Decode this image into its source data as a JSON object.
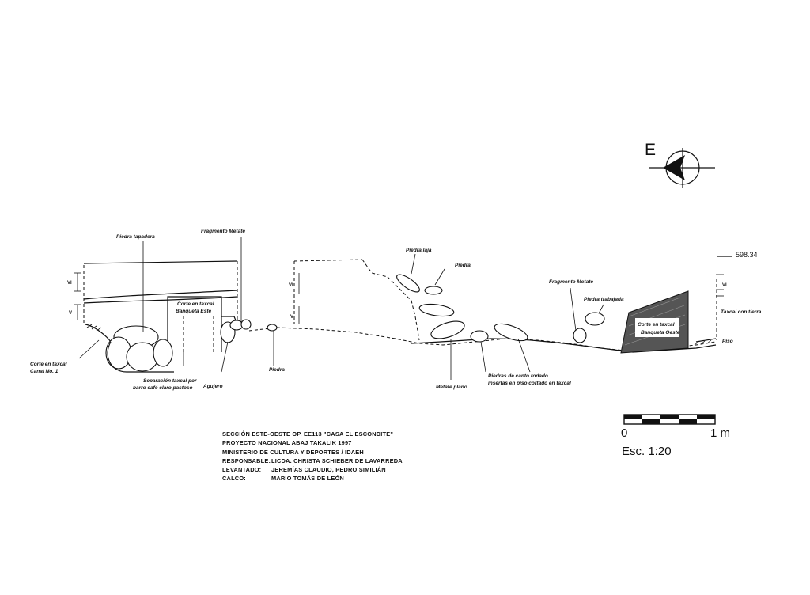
{
  "compass": {
    "letter": "E",
    "icon": "north-arrow-icon"
  },
  "elevation": "598.34",
  "levels": {
    "vi": "VI",
    "v": "V"
  },
  "labels": {
    "piedra_tapadera": "Piedra tapadera",
    "fragmento_metate_1": "Fragmento Metate",
    "corte_taxcal_este_1": "Corte en taxcal",
    "corte_taxcal_este_2": "Banqueta Este",
    "corte_canal_1": "Corte en taxcal",
    "corte_canal_2": "Canal No. 1",
    "separacion_1": "Separación taxcal por",
    "separacion_2": "barro café claro pastoso",
    "agujero": "Agujero",
    "piedra_low": "Piedra",
    "piedra_laja": "Piedra laja",
    "piedra_top": "Piedra",
    "metate_plano": "Metate plano",
    "piedras_canto_1": "Piedras de canto rodado",
    "piedras_canto_2": "insertas en piso cortado en taxcal",
    "fragmento_metate_2": "Fragmento Metate",
    "piedra_trabajada": "Piedra trabajada",
    "corte_taxcal_oeste_1": "Corte en taxcal",
    "corte_taxcal_oeste_2": "Banqueta Oeste",
    "taxcal_tierra": "Taxcal con tierra",
    "piso": "Piso"
  },
  "scale": {
    "zero": "0",
    "one": "1 m",
    "text": "Esc. 1:20"
  },
  "title_block": {
    "line1": "SECCIÓN ESTE-OESTE OP. EE113 \"CASA EL ESCONDITE\"",
    "line2": "PROYECTO NACIONAL ABAJ TAKALIK 1997",
    "line3": "MINISTERIO DE CULTURA Y DEPORTES / IDAEH",
    "responsable_key": "RESPONSABLE:",
    "responsable_val": "LICDA. CHRISTA SCHIEBER DE LAVARREDA",
    "levantado_key": "LEVANTADO:",
    "levantado_val": "JEREMÍAS CLAUDIO, PEDRO SIMILIÁN",
    "calco_key": "CALCO:",
    "calco_val": "MARIO TOMÁS DE LEÓN"
  }
}
